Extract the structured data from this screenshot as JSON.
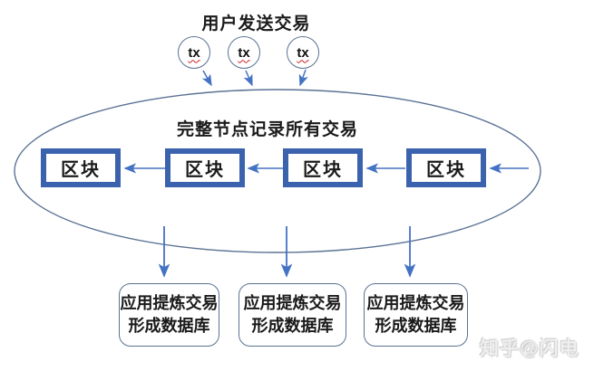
{
  "title": "用户发送交易",
  "tx": {
    "label": "tx"
  },
  "ellipse": {
    "label": "完整节点记录所有交易"
  },
  "blocks": [
    {
      "label": "区块"
    },
    {
      "label": "区块"
    },
    {
      "label": "区块"
    },
    {
      "label": "区块"
    }
  ],
  "apps": [
    {
      "line1": "应用提炼交易",
      "line2": "形成数据库"
    },
    {
      "line1": "应用提炼交易",
      "line2": "形成数据库"
    },
    {
      "line1": "应用提炼交易",
      "line2": "形成数据库"
    }
  ],
  "watermark": "知乎@闪电",
  "colors": {
    "block_border": "#3b63ad",
    "arrow": "#4472c4",
    "outline": "#5a7294",
    "text": "#1a1a1a"
  }
}
